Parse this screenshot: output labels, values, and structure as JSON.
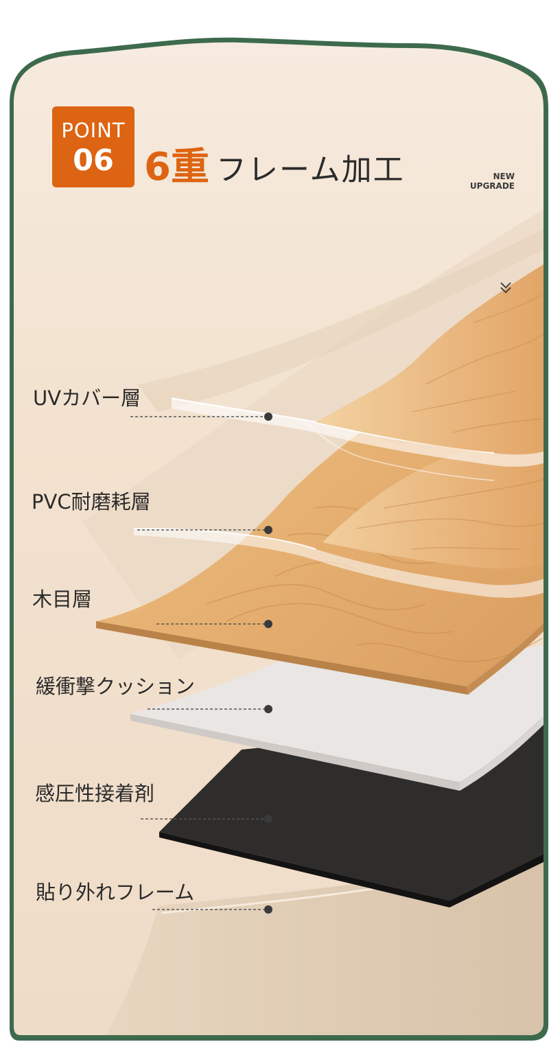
{
  "badge": {
    "line1": "POINT",
    "line2": "06"
  },
  "title": {
    "number": "6重",
    "text": "フレーム加工"
  },
  "upgrade": {
    "line1": "NEW",
    "line2": "UPGRADE"
  },
  "layers": [
    {
      "label": "UVカバー層"
    },
    {
      "label": "PVC耐磨耗層"
    },
    {
      "label": "木目層"
    },
    {
      "label": "緩衝撃クッション"
    },
    {
      "label": "感圧性接着剤"
    },
    {
      "label": "貼り外れフレーム"
    }
  ],
  "colors": {
    "accent": "#dd6412",
    "frame_border": "#3d6a4d",
    "background": "#f3e6d6"
  },
  "icons": {
    "scroll": "double-chevron-down-icon"
  }
}
